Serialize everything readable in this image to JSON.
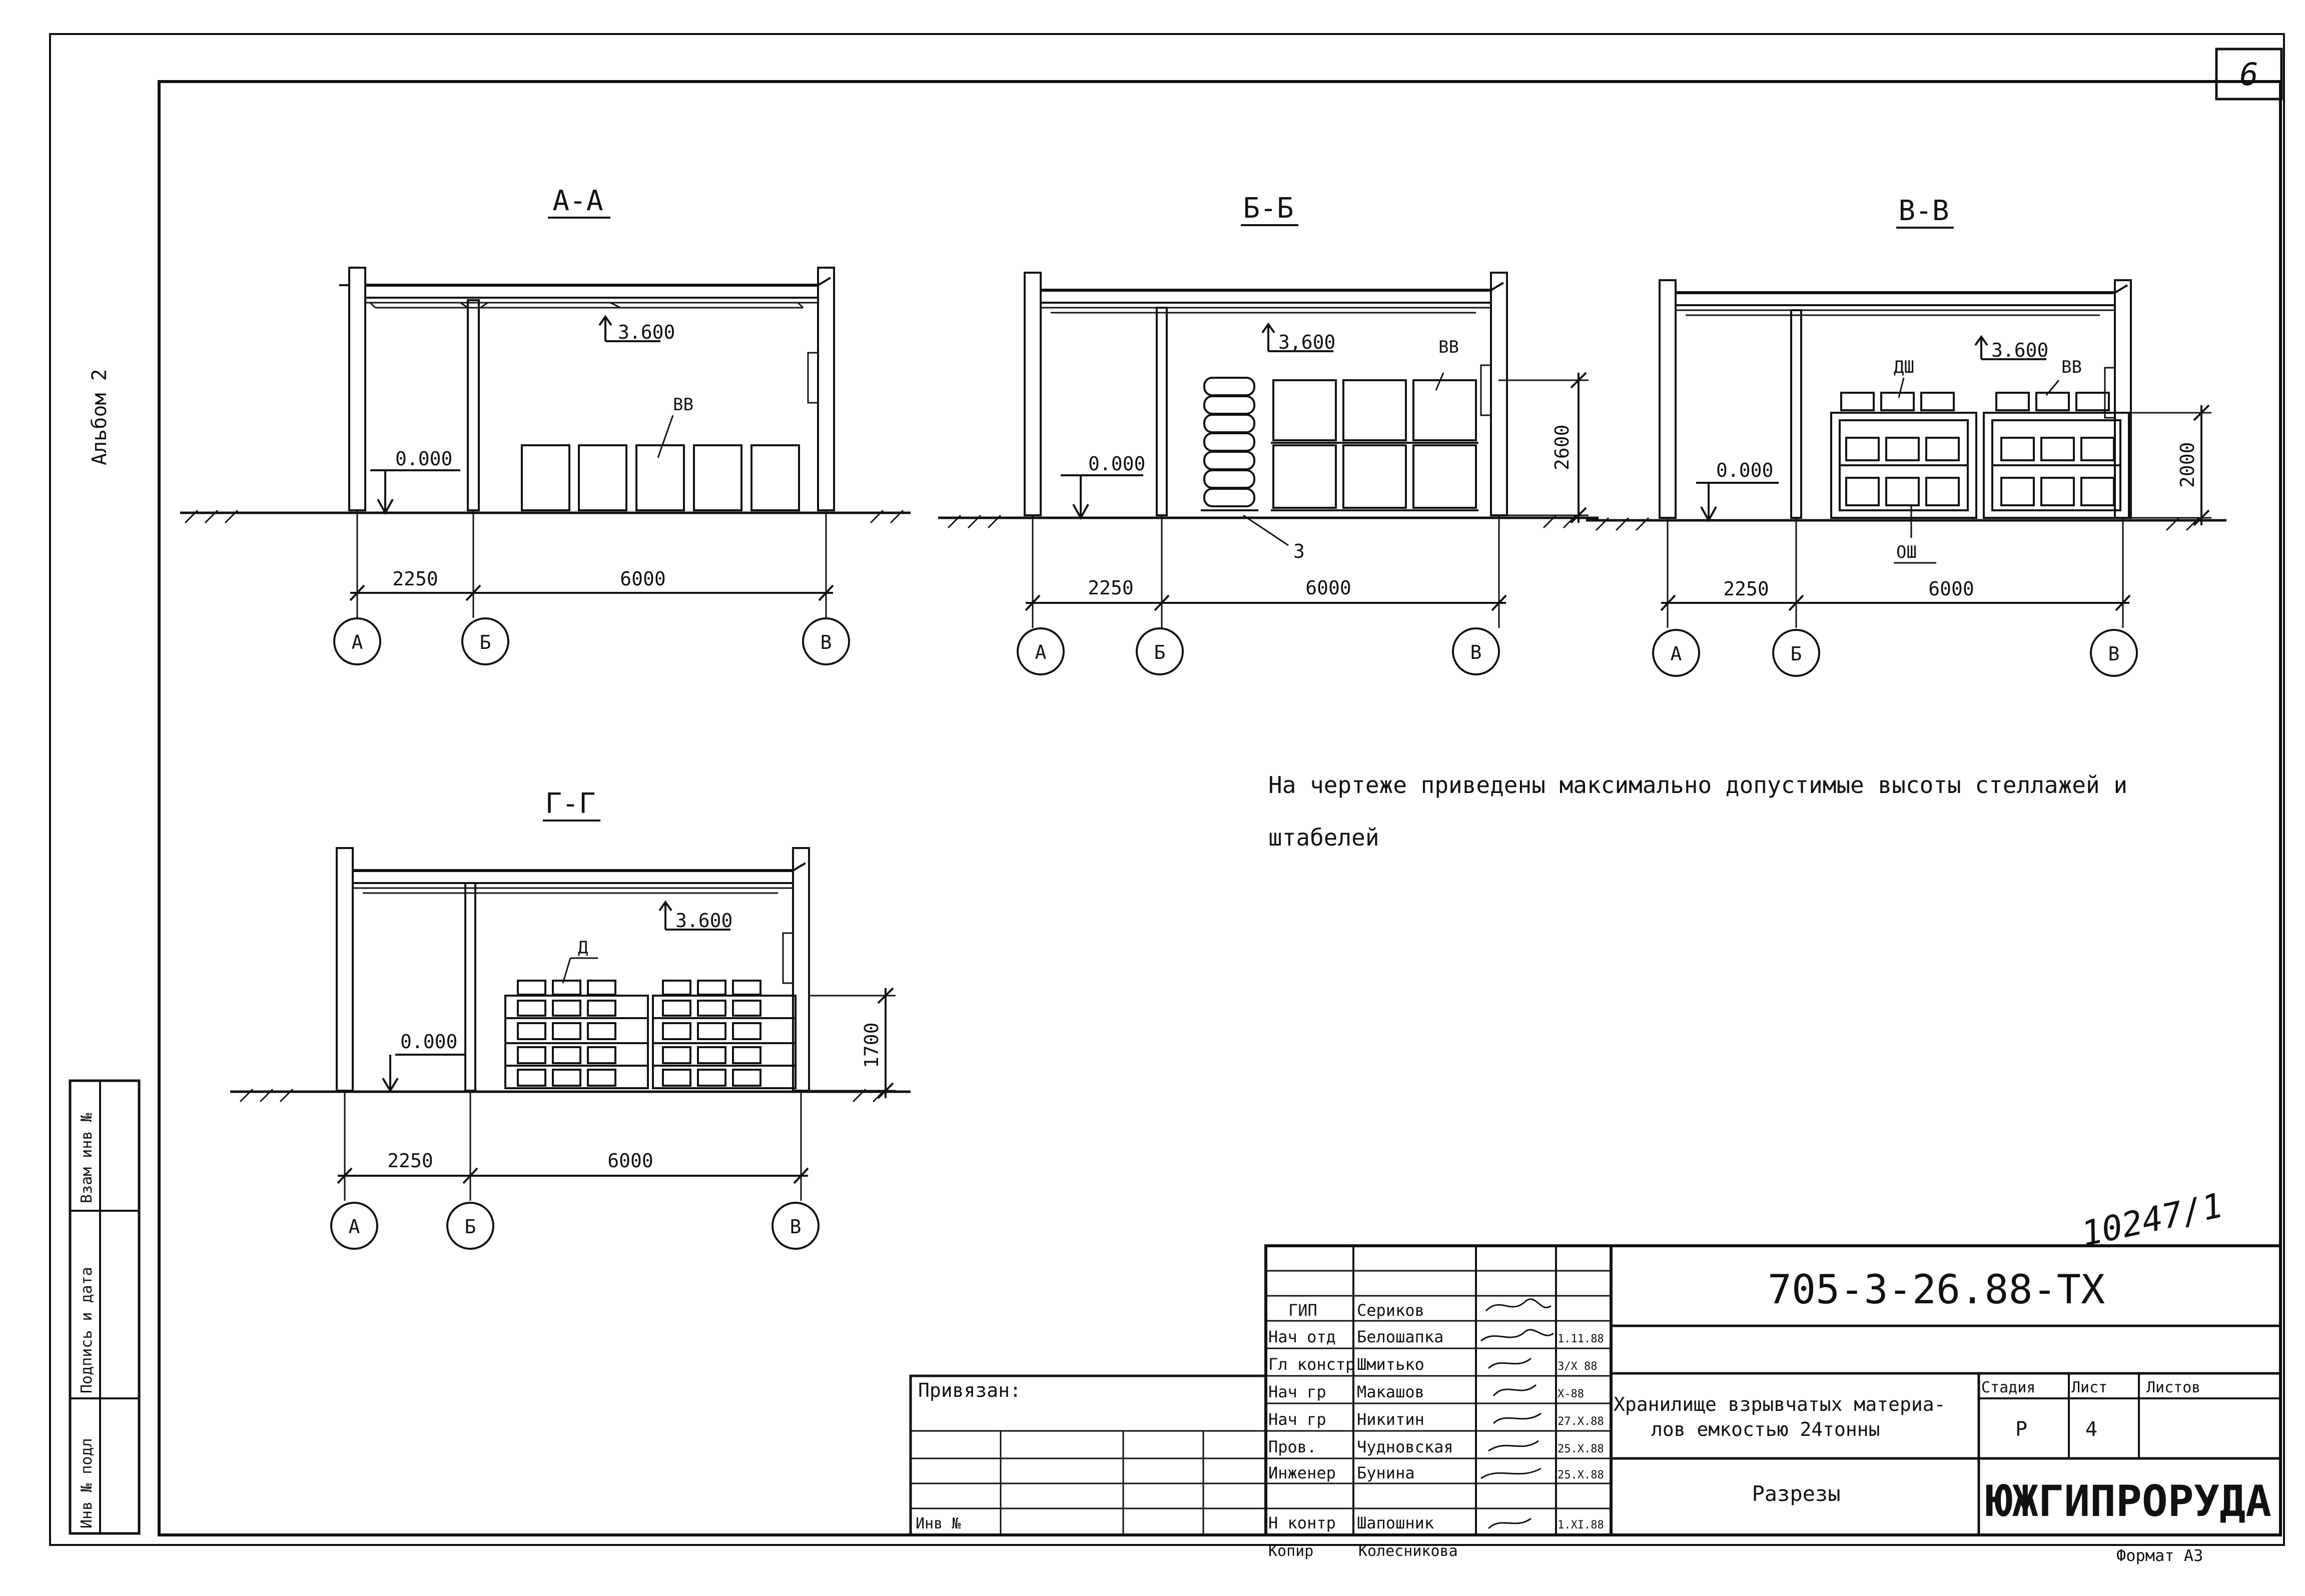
{
  "sheet_corner_number": "6",
  "album_label": "Альбом 2",
  "sections": [
    {
      "id": "aa",
      "title": "А-А",
      "elev_roof": "3.600",
      "elev_floor": "0.000",
      "label_main": "ВВ",
      "dims": [
        "2250",
        "6000"
      ],
      "axes": [
        "А",
        "Б",
        "В"
      ]
    },
    {
      "id": "bb",
      "title": "Б-Б",
      "elev_roof": "3,600",
      "elev_floor": "0.000",
      "label_main": "ВВ",
      "label_extra": "3",
      "height_dim": "2600",
      "dims": [
        "2250",
        "6000"
      ],
      "axes": [
        "А",
        "Б",
        "В"
      ]
    },
    {
      "id": "vv",
      "title": "В-В",
      "elev_roof": "3.600",
      "elev_floor": "0.000",
      "label_main": "ВВ",
      "label_top": "ДШ",
      "label_bottom": "ОШ",
      "height_dim": "2000",
      "dims": [
        "2250",
        "6000"
      ],
      "axes": [
        "А",
        "Б",
        "В"
      ]
    },
    {
      "id": "gg",
      "title": "Г-Г",
      "elev_roof": "3.600",
      "elev_floor": "0.000",
      "label_main": "Д",
      "height_dim": "1700",
      "dims": [
        "2250",
        "6000"
      ],
      "axes": [
        "А",
        "Б",
        "В"
      ]
    }
  ],
  "note_line1": "На чертеже приведены максимально допустимые высоты стеллажей и",
  "note_line2": "штабелей",
  "handwritten_number": "10247/1",
  "title_block": {
    "doc_code": "705-3-26.88-ТХ",
    "project_title_line1": "Хранилище взрывчатых материа-",
    "project_title_line2": "лов емкостью 24тонны",
    "sheet_title": "Разрезы",
    "stage_label": "Стадия",
    "sheet_label": "Лист",
    "sheets_label": "Листов",
    "stage_value": "Р",
    "sheet_value": "4",
    "organization": "ЮЖГИПРОРУДА",
    "bound_label": "Привязан:",
    "inv_label": "Инв №",
    "copy_label": "Копир",
    "copy_name": "Колесникова",
    "format_label": "Формат А3",
    "roles": [
      {
        "role": "ГИП",
        "name": "Сериков",
        "date": ""
      },
      {
        "role": "Нач отд",
        "name": "Белошапка",
        "date": "1.11.88"
      },
      {
        "role": "Гл констр",
        "name": "Шмитько",
        "date": "3/X 88"
      },
      {
        "role": "Нач гр",
        "name": "Макашов",
        "date": "X-88"
      },
      {
        "role": "Нач гр",
        "name": "Никитин",
        "date": "27.X.88"
      },
      {
        "role": "Пров.",
        "name": "Чудновская",
        "date": "25.X.88"
      },
      {
        "role": "Инженер",
        "name": "Бунина",
        "date": "25.X.88"
      },
      {
        "role": "Н контр",
        "name": "Шапошник",
        "date": "1.XI.88"
      }
    ]
  },
  "margin_stamps": [
    "Взам инв №",
    "Подпись и дата",
    "Инв № подл"
  ]
}
